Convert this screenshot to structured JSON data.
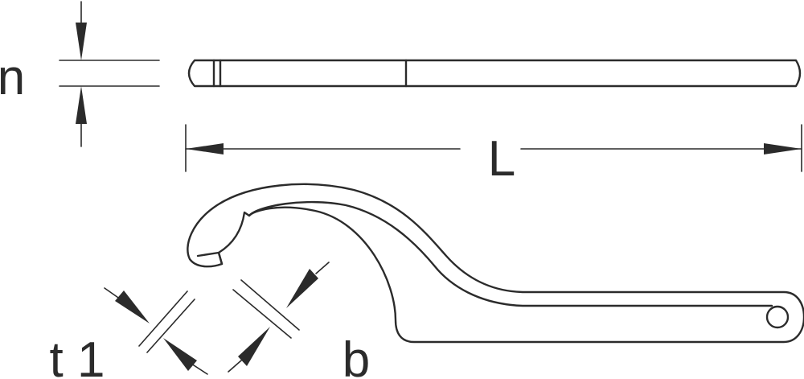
{
  "diagram": {
    "labels": {
      "n": "n",
      "L": "L",
      "t1": "t 1",
      "b": "b"
    },
    "colors": {
      "stroke": "#2b2b2b",
      "background": "#ffffff"
    }
  }
}
